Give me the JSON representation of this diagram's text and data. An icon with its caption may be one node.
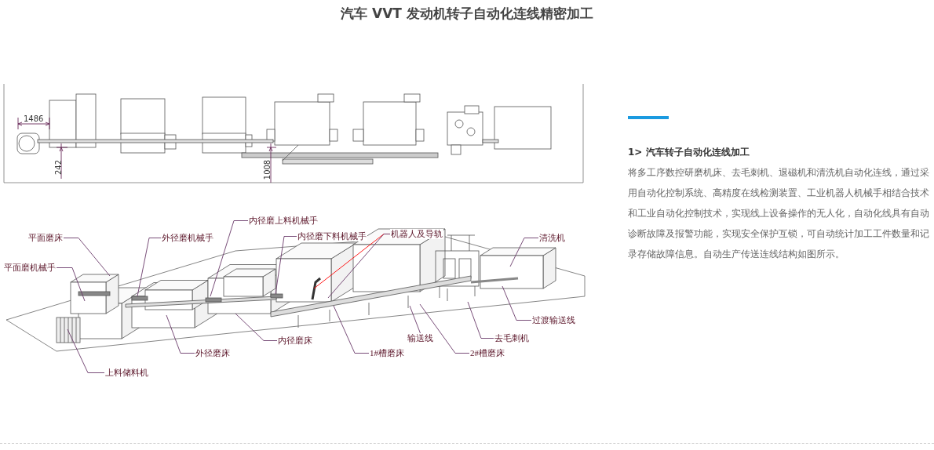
{
  "diagram": {
    "title": "汽车 VVT 发动机转子自动化连线精密加工",
    "nodes": [
      {
        "text": [
          "平面磨床"
        ]
      },
      {
        "text": [
          "平面磨机械手"
        ]
      },
      {
        "text": [
          "外径磨机械手"
        ]
      },
      {
        "text": [
          "内径磨上料机械手"
        ]
      },
      {
        "text": [
          "内径磨下料机械手"
        ]
      },
      {
        "text": [
          "机器人及导轨"
        ]
      },
      {
        "text": [
          "清洗机"
        ]
      },
      {
        "text": [
          "过渡输送线"
        ]
      },
      {
        "text": [
          "输送线"
        ]
      },
      {
        "text": [
          "去毛刺机"
        ]
      },
      {
        "text": [
          "内径磨床"
        ]
      },
      {
        "text": [
          "外径磨床"
        ]
      },
      {
        "text": [
          "1#槽磨床"
        ]
      },
      {
        "text": [
          "2#槽磨床"
        ]
      },
      {
        "text": [
          "上料储料机"
        ]
      }
    ],
    "edges": [
      {
        "from": 0,
        "to": null,
        "arrow": "none"
      },
      {
        "from": 1,
        "to": null,
        "arrow": "none"
      },
      {
        "from": 2,
        "to": null,
        "arrow": "none"
      },
      {
        "from": 3,
        "to": null,
        "arrow": "none"
      },
      {
        "from": 4,
        "to": null,
        "arrow": "none"
      },
      {
        "from": 5,
        "to": null,
        "arrow": "none",
        "color": "#ff0000"
      },
      {
        "from": 5,
        "to": null,
        "arrow": "none"
      },
      {
        "from": 6,
        "to": null,
        "arrow": "none"
      },
      {
        "from": 7,
        "to": null,
        "arrow": "none"
      },
      {
        "from": 8,
        "to": null,
        "arrow": "none"
      },
      {
        "from": 9,
        "to": null,
        "arrow": "none"
      },
      {
        "from": 10,
        "to": null,
        "arrow": "none"
      },
      {
        "from": 11,
        "to": null,
        "arrow": "none"
      },
      {
        "from": 12,
        "to": null,
        "arrow": "none"
      },
      {
        "from": 13,
        "to": null,
        "arrow": "none"
      },
      {
        "from": 14,
        "to": null,
        "arrow": "none"
      }
    ],
    "labels": [
      "1486",
      "242",
      "1008",
      "1> 汽车转子自动化连线加工",
      "将多工序数控研磨机床、去毛刺机、退磁机和清洗机自动化连线，通过采用自动化控制系统、高精度在线检测装置、工业机器人机械手相结合技术和工业自动化控制技术，实现线上设备操作的无人化，自动化线具有自动诊断故障及报警功能，实现安全保护互锁，可自动统计加工工件数量和记录存储故障信息。自动生产传送连线结构如图所示。"
    ]
  }
}
